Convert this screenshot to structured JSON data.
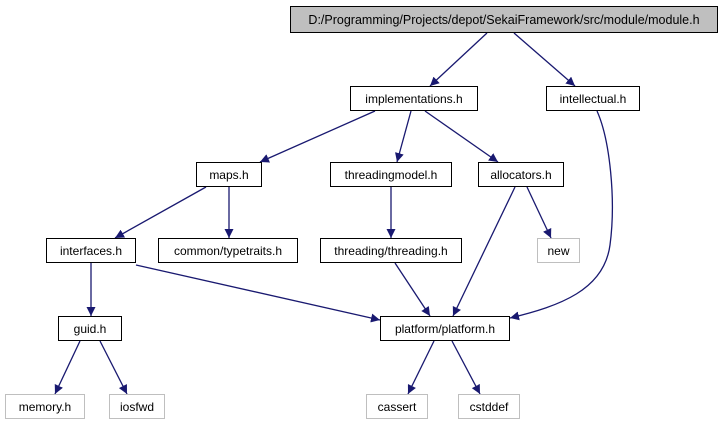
{
  "colors": {
    "edge": "#191970",
    "node_border": "#000000",
    "external_border": "#bfbfbf",
    "root_fill": "#bfbfbf",
    "background": "#ffffff"
  },
  "nodes": {
    "root": "D:/Programming/Projects/depot/SekaiFramework/src/module/module.h",
    "implementations": "implementations.h",
    "intellectual": "intellectual.h",
    "maps": "maps.h",
    "threadingmodel": "threadingmodel.h",
    "allocators": "allocators.h",
    "interfaces": "interfaces.h",
    "typetraits": "common/typetraits.h",
    "threading": "threading/threading.h",
    "new": "new",
    "guid": "guid.h",
    "platform": "platform/platform.h",
    "memory": "memory.h",
    "iosfwd": "iosfwd",
    "cassert": "cassert",
    "cstddef": "cstddef"
  },
  "edges": [
    [
      "root",
      "implementations"
    ],
    [
      "root",
      "intellectual"
    ],
    [
      "implementations",
      "maps"
    ],
    [
      "implementations",
      "threadingmodel"
    ],
    [
      "implementations",
      "allocators"
    ],
    [
      "intellectual",
      "platform"
    ],
    [
      "maps",
      "interfaces"
    ],
    [
      "maps",
      "typetraits"
    ],
    [
      "threadingmodel",
      "threading"
    ],
    [
      "allocators",
      "new"
    ],
    [
      "allocators",
      "platform"
    ],
    [
      "interfaces",
      "guid"
    ],
    [
      "interfaces",
      "platform"
    ],
    [
      "threading",
      "platform"
    ],
    [
      "guid",
      "memory"
    ],
    [
      "guid",
      "iosfwd"
    ],
    [
      "platform",
      "cassert"
    ],
    [
      "platform",
      "cstddef"
    ]
  ]
}
